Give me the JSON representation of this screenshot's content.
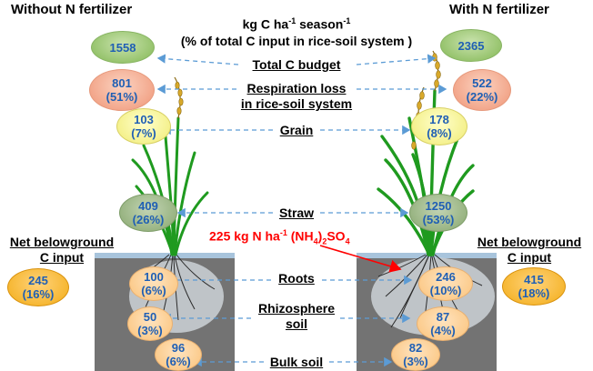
{
  "headers": {
    "left": "Without N fertilizer",
    "right": "With N fertilizer",
    "units_line1_a": "kg C ha",
    "units_line1_sup1": "-1",
    "units_line1_b": " season",
    "units_line1_sup2": "-1",
    "units_line2": "(% of total C input in rice-soil system )"
  },
  "labels": {
    "total_c_budget": "Total C budget",
    "respiration_line1": "Respiration loss",
    "respiration_line2": "in rice-soil system",
    "grain": "Grain",
    "straw": "Straw",
    "roots": "Roots",
    "rhizosphere_line1": "Rhizosphere",
    "rhizosphere_line2": "soil",
    "bulk_soil": "Bulk soil",
    "net_below_line1": "Net belowground",
    "net_below_line2": "C input"
  },
  "fertilizer": {
    "a": "225 kg N ha",
    "sup": "-1",
    "b": " (NH",
    "sub1": "4",
    "c": ")",
    "sub2": "2",
    "d": "SO",
    "sub3": "4"
  },
  "without": {
    "total": "1558",
    "respiration_value": "801",
    "respiration_pct": "(51%)",
    "grain_value": "103",
    "grain_pct": "(7%)",
    "straw_value": "409",
    "straw_pct": "(26%)",
    "roots_value": "100",
    "roots_pct": "(6%)",
    "rhizo_value": "50",
    "rhizo_pct": "(3%)",
    "bulk_value": "96",
    "bulk_pct": "(6%)",
    "net_value": "245",
    "net_pct": "(16%)"
  },
  "with": {
    "total": "2365",
    "respiration_value": "522",
    "respiration_pct": "(22%)",
    "grain_value": "178",
    "grain_pct": "(8%)",
    "straw_value": "1250",
    "straw_pct": "(53%)",
    "roots_value": "246",
    "roots_pct": "(10%)",
    "rhizo_value": "87",
    "rhizo_pct": "(4%)",
    "bulk_value": "82",
    "bulk_pct": "(3%)",
    "net_value": "415",
    "net_pct": "(18%)"
  },
  "colors": {
    "value_text": "#1f5fb4",
    "arrow_dashed": "#5b9bd5",
    "fertilizer_text": "#ff0000",
    "soil": "#737373",
    "water": "#a8c4dc"
  }
}
